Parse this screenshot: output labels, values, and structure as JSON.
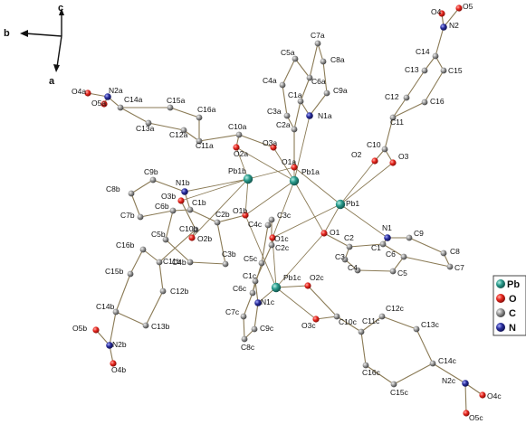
{
  "axes": {
    "c": "c",
    "b": "b",
    "a": "a"
  },
  "legend": [
    {
      "symbol": "Pb",
      "color": "#2a9b8c"
    },
    {
      "symbol": "O",
      "color": "#e8271f"
    },
    {
      "symbol": "C",
      "color": "#9a9a9a"
    },
    {
      "symbol": "N",
      "color": "#2b2f9e"
    }
  ],
  "colors": {
    "Pb": "#2a9b8c",
    "O": "#e8271f",
    "C": "#9a9a9a",
    "N": "#2b2f9e",
    "bond": "#8a7a55"
  },
  "atoms": {
    "Pb1": "Pb1",
    "Pb1a": "Pb1a",
    "Pb1b": "Pb1b",
    "Pb1c": "Pb1c",
    "O1": "O1",
    "O1a": "O1a",
    "O1b": "O1b",
    "O1c": "O1c",
    "O2": "O2",
    "O2a": "O2a",
    "O2b": "O2b",
    "O2c": "O2c",
    "O3": "O3",
    "O3a": "O3a",
    "O3b": "O3b",
    "O3c": "O3c",
    "O4": "O4",
    "O4a": "O4a",
    "O4b": "O4b",
    "O4c": "O4c",
    "O5": "O5",
    "O5a": "O5a",
    "O5b": "O5b",
    "O5c": "O5c",
    "N1": "N1",
    "N1a": "N1a",
    "N1b": "N1b",
    "N1c": "N1c",
    "N2": "N2",
    "N2a": "N2a",
    "N2b": "N2b",
    "N2c": "N2c",
    "C1": "C1",
    "C2": "C2",
    "C3": "C3",
    "C4": "C4",
    "C5": "C5",
    "C6": "C6",
    "C7": "C7",
    "C8": "C8",
    "C9": "C9",
    "C10": "C10",
    "C11": "C11",
    "C12": "C12",
    "C13": "C13",
    "C14": "C14",
    "C15": "C15",
    "C16": "C16",
    "C1a": "C1a",
    "C2a": "C2a",
    "C3a": "C3a",
    "C4a": "C4a",
    "C5a": "C5a",
    "C6a": "C6a",
    "C7a": "C7a",
    "C8a": "C8a",
    "C9a": "C9a",
    "C10a": "C10a",
    "C11a": "C11a",
    "C12a": "C12a",
    "C13a": "C13a",
    "C14a": "C14a",
    "C15a": "C15a",
    "C16a": "C16a",
    "C1b": "C1b",
    "C2b": "C2b",
    "C3b": "C3b",
    "C4b": "C4b",
    "C5b": "C5b",
    "C6b": "C6b",
    "C7b": "C7b",
    "C8b": "C8b",
    "C9b": "C9b",
    "C10b": "C10b",
    "C11b": "C11b",
    "C12b": "C12b",
    "C13b": "C13b",
    "C14b": "C14b",
    "C15b": "C15b",
    "C16b": "C16b",
    "C1c": "C1c",
    "C2c": "C2c",
    "C3c": "C3c",
    "C4c": "C4c",
    "C5c": "C5c",
    "C6c": "C6c",
    "C7c": "C7c",
    "C8c": "C8c",
    "C9c": "C9c",
    "C10c": "C10c",
    "C11c": "C11c",
    "C12c": "C12c",
    "C13c": "C13c",
    "C14c": "C14c",
    "C15c": "C15c",
    "C16c": "C16c"
  }
}
